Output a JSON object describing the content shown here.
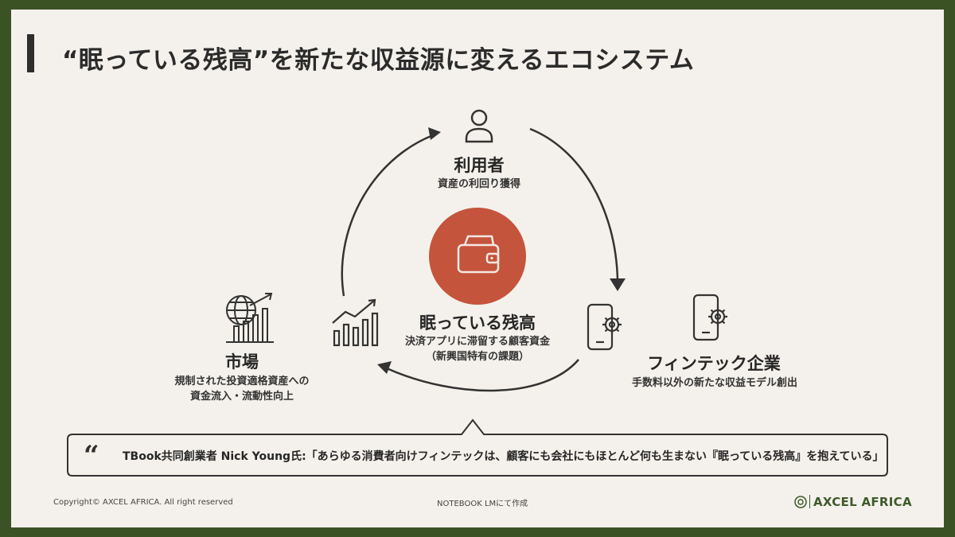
{
  "slide": {
    "title": "“眠っている残高”を新たな収益源に変えるエコシステム"
  },
  "center": {
    "title": "眠っている残高",
    "sub_line1": "決済アプリに滞留する顧客資金",
    "sub_line2": "（新興国特有の課題）",
    "icon": "wallet-icon",
    "circle_color": "#c4543b"
  },
  "nodes": {
    "user": {
      "title": "利用者",
      "sub": "資産の利回り獲得",
      "icon": "person-icon"
    },
    "fintech": {
      "title": "フィンテック企業",
      "sub": "手数料以外の新たな収益モデル創出",
      "icon": "phone-gear-icon"
    },
    "market": {
      "title": "市場",
      "sub_line1": "規制された投資適格資産への",
      "sub_line2": "資金流入・流動性向上",
      "icon": "globe-chart-icon"
    }
  },
  "quote": {
    "text": "TBook共同創業者 Nick Young氏:「あらゆる消費者向けフィンテックは、顧客にも会社にもほとんど何も生まない『眠っている残高』を抱えている」",
    "icon": "quote-icon"
  },
  "footer": {
    "copyright": "Copyright©  AXCEL AFRICA. All right reserved",
    "center": "NOTEBOOK LMにて作成",
    "brand": "AXCEL AFRICA"
  },
  "colors": {
    "frame": "#3b5225",
    "background": "#f4f1ec",
    "accent": "#c4543b",
    "brand": "#3e5a2a"
  }
}
